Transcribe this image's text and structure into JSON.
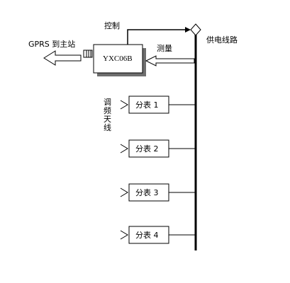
{
  "labels": {
    "control": "控制",
    "gprs": "GPRS 到主站",
    "measure": "测量",
    "power_line": "供电线路",
    "antenna_chars": [
      "调",
      "频",
      "天",
      "线"
    ]
  },
  "main_device": {
    "label": "YXC06B"
  },
  "meters": [
    {
      "label": "分表 1"
    },
    {
      "label": "分表 2"
    },
    {
      "label": "分表 3"
    },
    {
      "label": "分表 4"
    }
  ],
  "colors": {
    "line": "#000000",
    "box_shadow": "#6e6e6e",
    "background": "#ffffff"
  }
}
